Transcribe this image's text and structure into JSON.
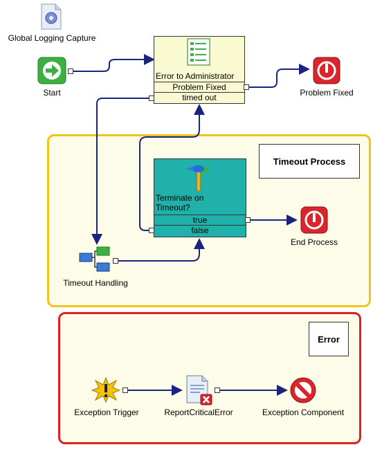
{
  "global_node": {
    "label": "Global Logging Capture",
    "icon": "gear-document-icon"
  },
  "start_node": {
    "label": "Start",
    "icon": "start-arrow-icon"
  },
  "error_to_admin": {
    "title": "Error to Administrator",
    "outputs": [
      "Problem Fixed",
      "timed out"
    ],
    "icon": "form-document-icon",
    "fill": "#fafad2"
  },
  "problem_fixed_end": {
    "label": "Problem Fixed",
    "icon": "red-stop-icon"
  },
  "timeout_region": {
    "title": "Timeout Process",
    "border_color": "#f0c419",
    "fill": "#fdfce9"
  },
  "terminate_decision": {
    "title_line1": "Terminate on",
    "title_line2": "Timeout?",
    "outputs": [
      "true",
      "false"
    ],
    "icon": "signpost-icon",
    "fill": "#20b2aa"
  },
  "end_process": {
    "label": "End Process",
    "icon": "red-stop-icon"
  },
  "timeout_handling": {
    "label": "Timeout Handling",
    "icon": "hierarchy-icon"
  },
  "error_region": {
    "title": "Error",
    "border_color": "#e02020",
    "fill": "#fdfce9"
  },
  "exception_trigger": {
    "label": "Exception Trigger",
    "icon": "exception-burst-icon"
  },
  "report_critical": {
    "label": "ReportCriticalError",
    "icon": "document-error-icon"
  },
  "exception_component": {
    "label": "Exception Component",
    "icon": "no-entry-icon"
  },
  "colors": {
    "wire": "#1a237e",
    "start_green": "#3cb043",
    "stop_red": "#d8262c"
  }
}
